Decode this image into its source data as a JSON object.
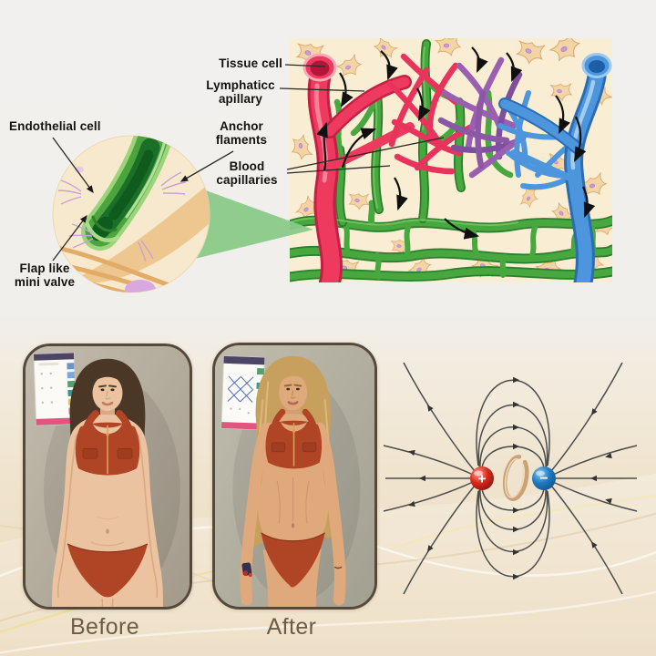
{
  "anatomy_diagram": {
    "labels": {
      "tissue_cell": "Tissue cell",
      "lymphatic_capillary": "Lymphaticc\napillary",
      "anchor_filaments": "Anchor\nflaments",
      "blood_capillaries": "Blood\ncapillaries",
      "endothelial_cell": "Endothelial cell",
      "flap_like_mini_valve": "Flap like\nmini valve"
    },
    "colors": {
      "artery_red": "#ee3a5f",
      "vein_blue": "#4d95dc",
      "capillary_purple": "#9a5fb0",
      "lymphatic_green": "#46a83f",
      "tissue_beige": "#f9eed3"
    }
  },
  "comparison": {
    "before_label": "Before",
    "after_label": "After",
    "swimsuit_color": "#b04526"
  },
  "dipole_diagram": {
    "positive_symbol": "+",
    "negative_symbol": "−",
    "positive_color": "#d6281c",
    "negative_color": "#2079c0",
    "ring_color": "#caa274",
    "field_line_color": "#4c4c4a"
  }
}
